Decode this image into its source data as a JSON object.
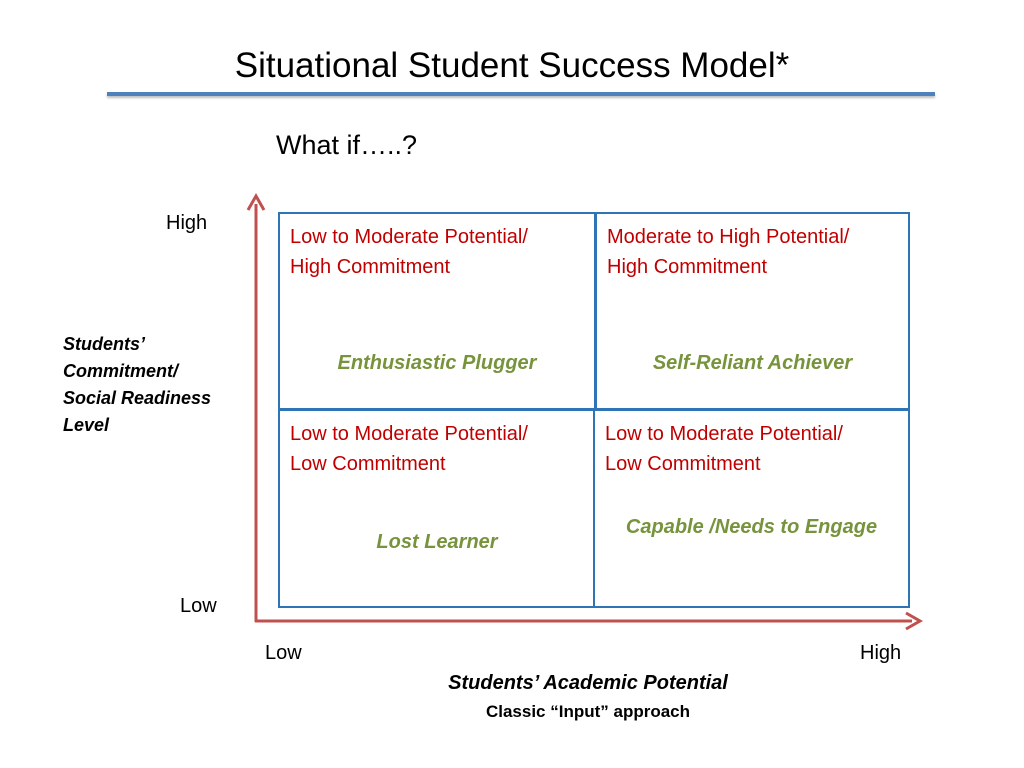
{
  "slide": {
    "title": "Situational Student Success Model*",
    "subtitle": "What if…..?"
  },
  "axes": {
    "y_high": "High",
    "y_low": "Low",
    "x_low": "Low",
    "x_high": "High",
    "y_title": "Students’ Commitment/ Social Readiness Level",
    "x_title": "Students’ Academic Potential",
    "x_subtitle": "Classic “Input” approach"
  },
  "quadrants": {
    "top_left": {
      "line1": "Low to Moderate Potential/",
      "line2": "High Commitment",
      "name": "Enthusiastic Plugger"
    },
    "top_right": {
      "line1": "Moderate to High Potential/",
      "line2": "High Commitment",
      "name": "Self-Reliant Achiever"
    },
    "bottom_left": {
      "line1": "Low to Moderate Potential/",
      "line2": "Low Commitment",
      "name": "Lost Learner"
    },
    "bottom_right": {
      "line1": "Low to Moderate Potential/",
      "line2": "Low Commitment",
      "name": "Capable /Needs to Engage"
    }
  },
  "colors": {
    "title_rule": "#4f81bd",
    "axis_arrows": "#c0504d",
    "cell_border": "#2e75b6",
    "description_text": "#c00000",
    "archetype_text": "#77933c"
  }
}
